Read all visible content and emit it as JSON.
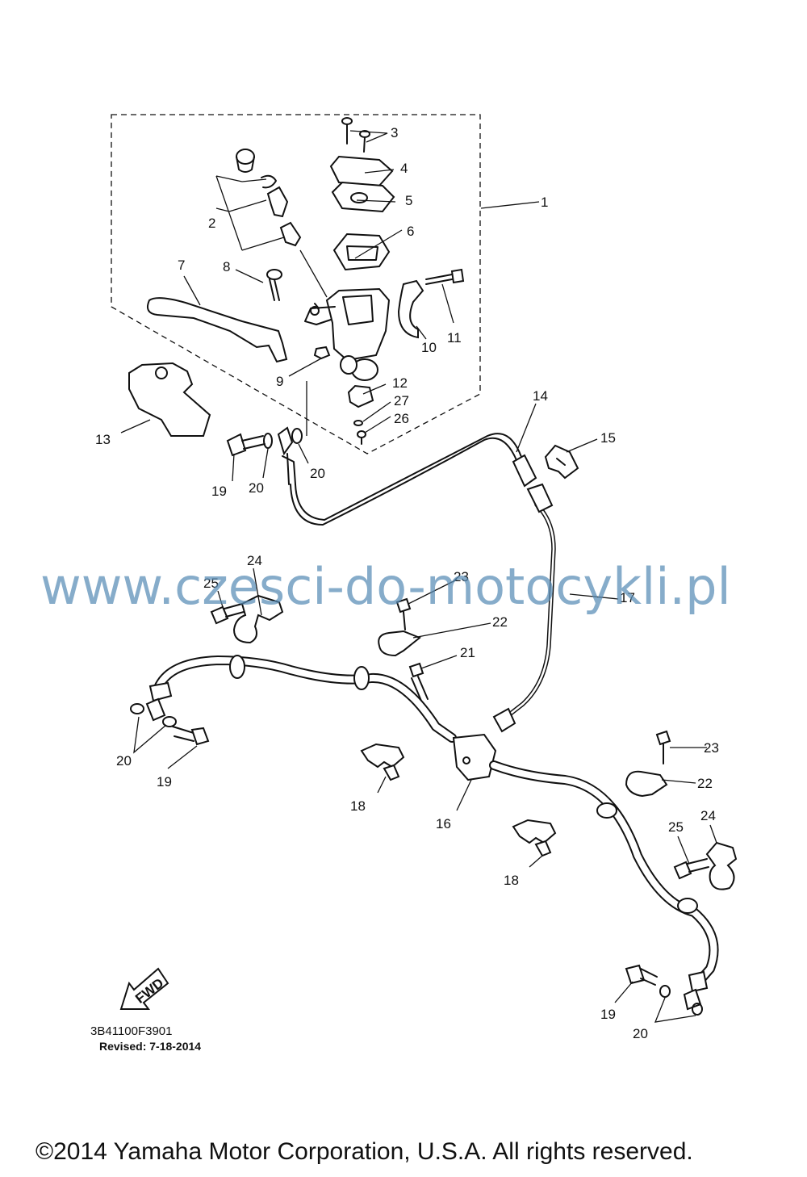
{
  "diagram": {
    "callouts": [
      "1",
      "2",
      "3",
      "4",
      "5",
      "6",
      "7",
      "8",
      "9",
      "10",
      "11",
      "12",
      "13",
      "14",
      "15",
      "16",
      "17",
      "18",
      "18",
      "19",
      "19",
      "19",
      "20",
      "20",
      "20",
      "20",
      "21",
      "22",
      "22",
      "23",
      "23",
      "24",
      "24",
      "25",
      "25",
      "26",
      "27"
    ],
    "fwd_label": "FWD"
  },
  "watermark": "www.czesci-do-motocykli.pl",
  "footer": {
    "diagram_code": "3B41100F3901",
    "revised": "Revised: 7-18-2014",
    "copyright": "©2014 Yamaha Motor Corporation, U.S.A. All rights reserved."
  }
}
